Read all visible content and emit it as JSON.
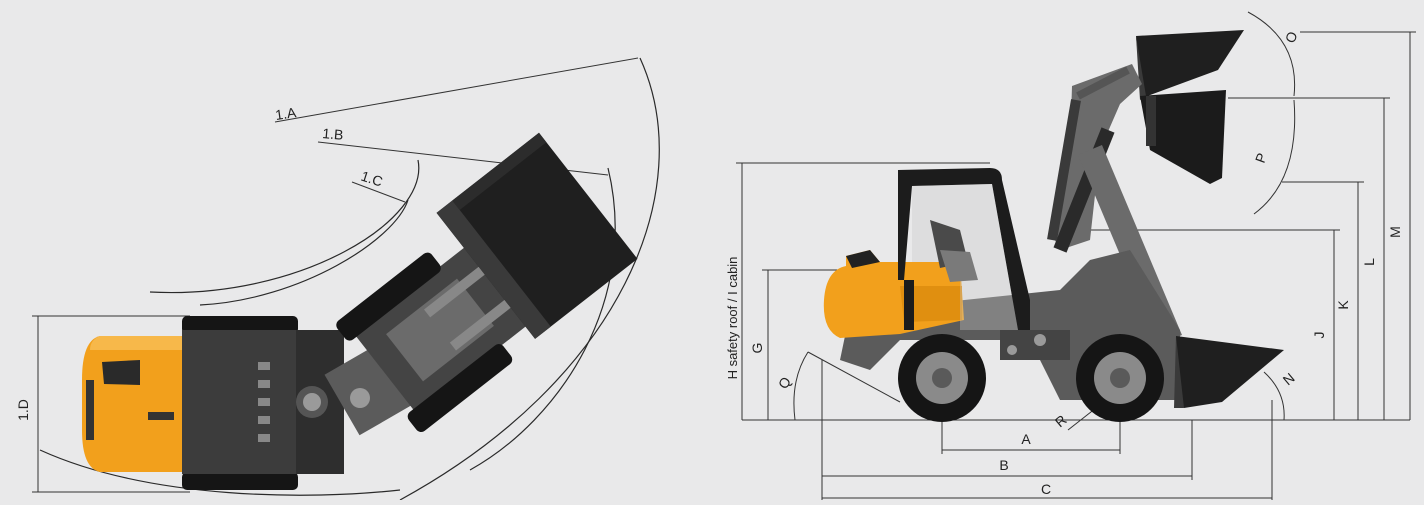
{
  "colors": {
    "background": "#e9e9ea",
    "body_orange": "#f2a01c",
    "chassis_dark": "#3c3c3c",
    "chassis_grey": "#6b6b6b",
    "bucket_black": "#1f1f1f",
    "tire_black": "#151515",
    "rim_grey": "#8a8a8a",
    "dimension_line": "#333333"
  },
  "top_view": {
    "labels": {
      "radius_a": "1.A",
      "radius_b": "1.B",
      "radius_c": "1.C",
      "width_d": "1.D"
    }
  },
  "side_view": {
    "labels": {
      "a": "A",
      "b": "B",
      "c": "C",
      "g": "G",
      "h_i": "H safety roof  / I cabin",
      "j": "J",
      "k": "K",
      "l": "L",
      "m": "M",
      "n": "N",
      "o": "O",
      "p": "P",
      "q": "Q",
      "r": "R"
    }
  }
}
